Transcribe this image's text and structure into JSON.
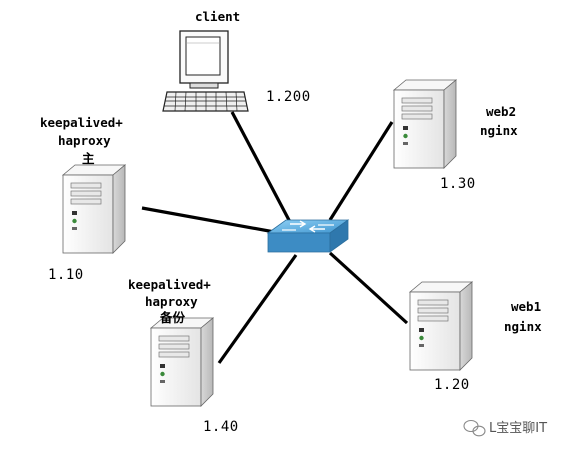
{
  "nodes": {
    "client": {
      "name": "client",
      "ip": "1.200"
    },
    "ha_master": {
      "line1": "keepalived+",
      "line2": "haproxy",
      "line3": "主",
      "ip": "1.10"
    },
    "ha_backup": {
      "line1": "keepalived+",
      "line2": "haproxy",
      "line3": "备份",
      "ip": "1.40"
    },
    "web2": {
      "line1": "web2",
      "line2": "nginx",
      "ip": "1.30"
    },
    "web1": {
      "line1": "web1",
      "line2": "nginx",
      "ip": "1.20"
    }
  },
  "watermark": "L宝宝聊IT",
  "colors": {
    "line": "#000000",
    "switch_top": "#5aa7d8",
    "switch_side": "#2f7fb8",
    "server_body": "#f2f2f2",
    "server_side": "#cfcfcf"
  }
}
